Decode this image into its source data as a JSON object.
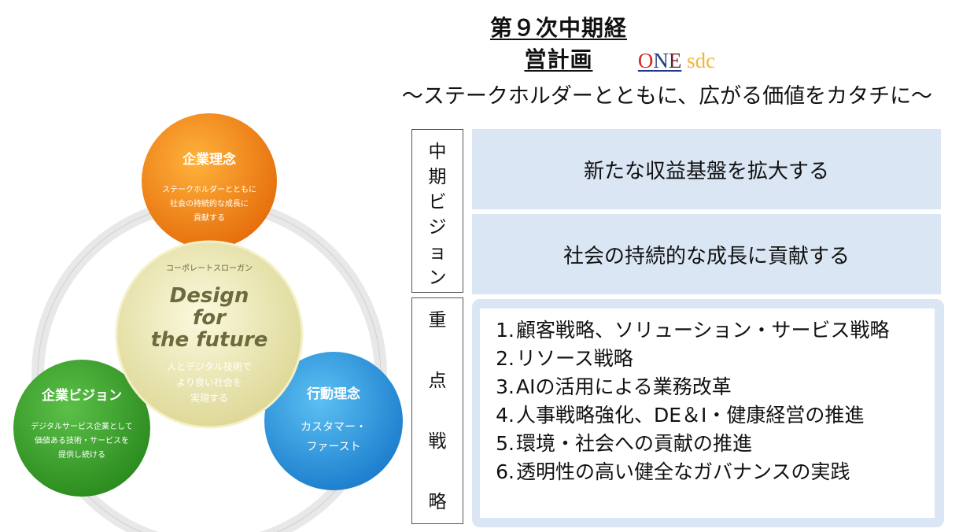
{
  "title": "第９次中期経営計画",
  "brand": {
    "one_o": "O",
    "one_n": "N",
    "one_e": "E",
    "sdc": "sdc"
  },
  "tagline": "～ステークホルダーとともに、広がる価値をカタチに～",
  "vision": {
    "label_chars": [
      "中",
      "期",
      "ビ",
      "ジ",
      "ョ",
      "ン"
    ],
    "items": [
      "新たな収益基盤を拡大する",
      "社会の持続的な成長に貢献する"
    ]
  },
  "strategy": {
    "label_chars": [
      "重",
      "点",
      "戦",
      "略"
    ],
    "items": [
      {
        "num": "1",
        "text": "顧客戦略、ソリューション・サービス戦略"
      },
      {
        "num": "2",
        "text": "リソース戦略"
      },
      {
        "num": "3",
        "text": "AIの活用による業務改革"
      },
      {
        "num": "4",
        "text": "人事戦略強化、DE＆I・健康経営の推進"
      },
      {
        "num": "5",
        "text": "環境・社会への貢献の推進"
      },
      {
        "num": "6",
        "text": "透明性の高い健全なガバナンスの実践"
      }
    ]
  },
  "diagram": {
    "philosophy": {
      "title": "企業理念",
      "lines": [
        "ステークホルダーとともに",
        "社会の持続的な成長に",
        "貢献する"
      ],
      "color": "#f08c1a"
    },
    "slogan": {
      "label": "コーポレートスローガン",
      "lines": [
        "Design",
        "for",
        "the future"
      ],
      "sub": [
        "人とデジタル技術で",
        "より良い社会を",
        "実現する"
      ],
      "color": "#eeeab0"
    },
    "vision": {
      "title": "企業ビジョン",
      "lines": [
        "デジタルサービス企業として",
        "価値ある技術・サービスを",
        "提供し続ける"
      ],
      "color": "#3e9e2e"
    },
    "conduct": {
      "title": "行動理念",
      "lines": [
        "カスタマー・",
        "ファースト"
      ],
      "color": "#2b8fd6"
    }
  },
  "colors": {
    "vision_box": "#dae6f3",
    "brand_red": "#d42a1e",
    "brand_navy": "#1f3a8a",
    "brand_sdc": "#f2b53c"
  }
}
